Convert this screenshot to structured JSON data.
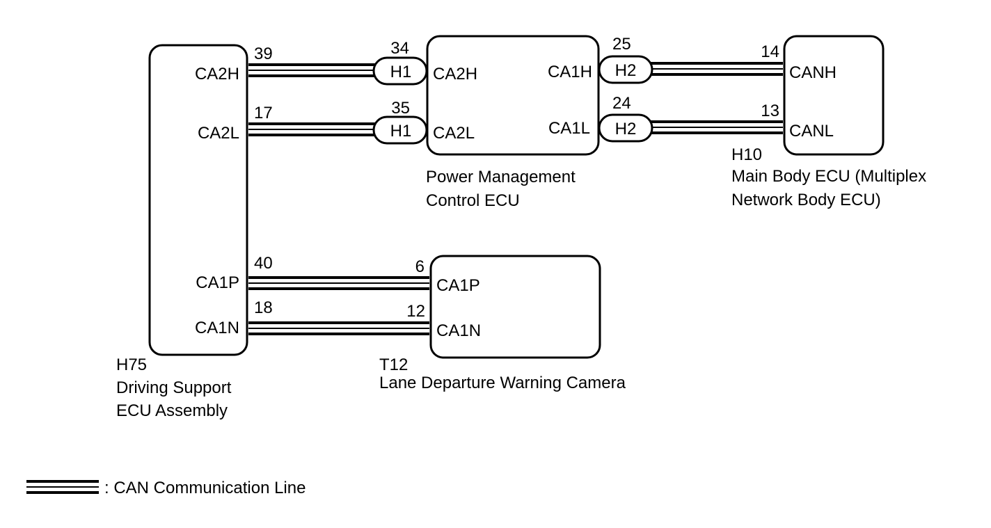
{
  "components": {
    "driving_support": {
      "code": "H75",
      "name_line1": "Driving Support",
      "name_line2": "ECU Assembly",
      "pins": {
        "ca2h": "CA2H",
        "ca2l": "CA2L",
        "ca1p": "CA1P",
        "ca1n": "CA1N"
      }
    },
    "power_mgmt": {
      "name_line1": "Power Management",
      "name_line2": "Control ECU",
      "pins": {
        "ca2h": "CA2H",
        "ca2l": "CA2L",
        "ca1h": "CA1H",
        "ca1l": "CA1L"
      }
    },
    "main_body": {
      "code": "H10",
      "name_line1": "Main Body ECU (Multiplex",
      "name_line2": "Network Body ECU)",
      "pins": {
        "canh": "CANH",
        "canl": "CANL"
      }
    },
    "lane_camera": {
      "code": "T12",
      "name_line1": "Lane Departure Warning Camera",
      "pins": {
        "ca1p": "CA1P",
        "ca1n": "CA1N"
      }
    }
  },
  "connectors": {
    "h1_top": "H1",
    "h1_bottom": "H1",
    "h2_top": "H2",
    "h2_bottom": "H2"
  },
  "pin_numbers": {
    "ds_ca2h": "39",
    "ds_ca2l": "17",
    "ds_ca1p": "40",
    "ds_ca1n": "18",
    "pm_ca2h": "34",
    "pm_ca2l": "35",
    "pm_ca1h": "25",
    "pm_ca1l": "24",
    "mb_canh": "14",
    "mb_canl": "13",
    "cam_ca1p": "6",
    "cam_ca1n": "12"
  },
  "legend": {
    "label": ": CAN Communication Line"
  }
}
